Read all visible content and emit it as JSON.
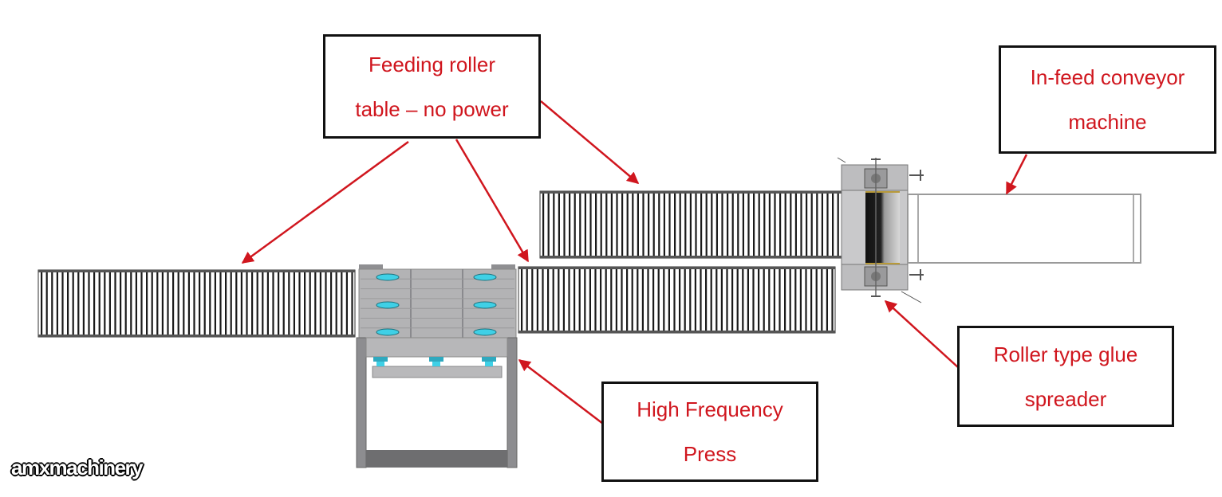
{
  "diagram": {
    "title": "Production line layout (top view)",
    "labels": {
      "feeding_roller_table": {
        "line1": "Feeding roller",
        "line2": "table – no power"
      },
      "infeed_conveyor": {
        "line1": "In-feed conveyor",
        "line2": "machine"
      },
      "glue_spreader": {
        "line1": "Roller type glue",
        "line2": "spreader"
      },
      "hf_press": {
        "line1": "High Frequency",
        "line2": "Press"
      }
    },
    "watermark": "amxmachinery",
    "colors": {
      "label_text": "#d0161e",
      "arrow": "#d0161e",
      "box_border": "#111111",
      "roller": "#1a1a1a",
      "frame_gray": "#a9a9ab",
      "cylinder_cyan": "#3fd0e6"
    }
  }
}
